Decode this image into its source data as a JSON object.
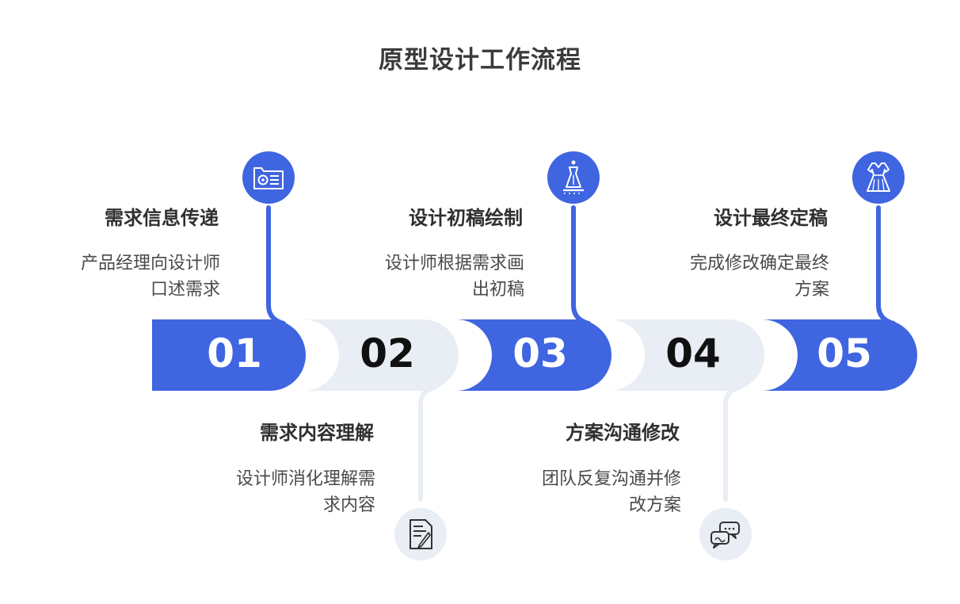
{
  "title": "原型设计工作流程",
  "colors": {
    "accent": "#3f65e0",
    "light": "#e9edf4",
    "text": "#333333"
  },
  "steps": [
    {
      "number": "01",
      "title": "需求信息传递",
      "desc_lines": [
        "产品经理向设计师",
        "口述需求"
      ],
      "icon": "folder-id-icon"
    },
    {
      "number": "02",
      "title": "需求内容理解",
      "desc_lines": [
        "设计师消化理解需",
        "求内容"
      ],
      "icon": "document-edit-icon"
    },
    {
      "number": "03",
      "title": "设计初稿绘制",
      "desc_lines": [
        "设计师根据需求画",
        "出初稿"
      ],
      "icon": "dress-form-icon"
    },
    {
      "number": "04",
      "title": "方案沟通修改",
      "desc_lines": [
        "团队反复沟通并修",
        "改方案"
      ],
      "icon": "chat-bubbles-icon"
    },
    {
      "number": "05",
      "title": "设计最终定稿",
      "desc_lines": [
        "完成修改确定最终",
        "方案"
      ],
      "icon": "dress-icon"
    }
  ]
}
